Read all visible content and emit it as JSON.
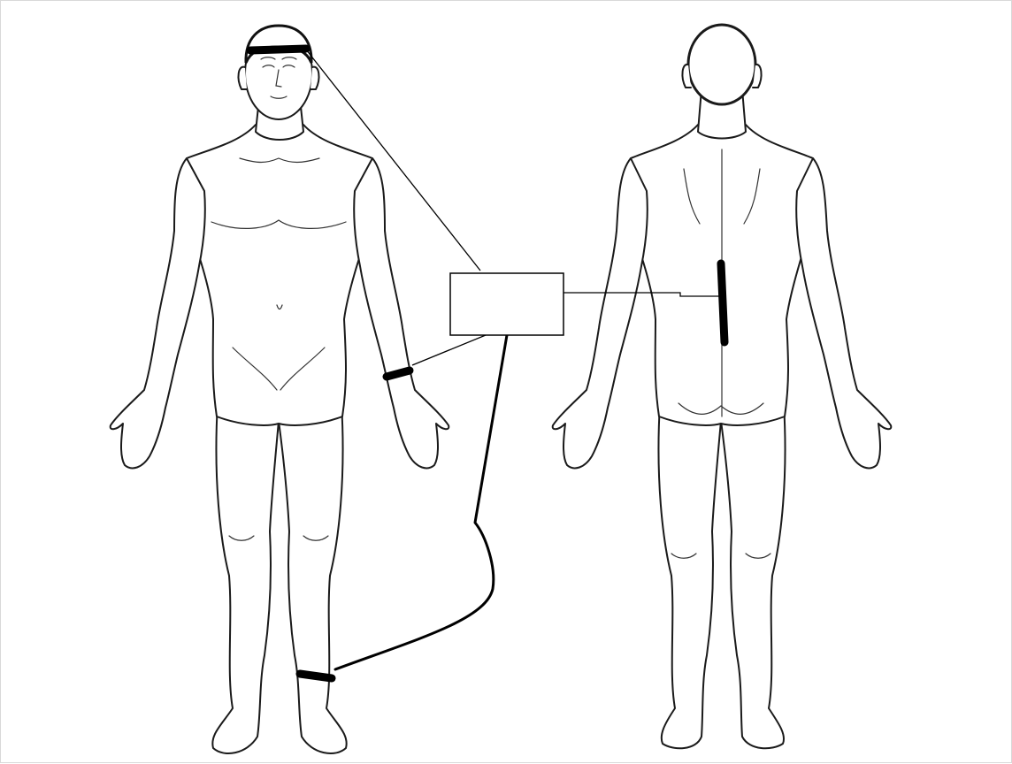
{
  "figures": [
    {
      "view": "front"
    },
    {
      "view": "back"
    }
  ],
  "device": {
    "label": ""
  },
  "electrodes": [
    "head",
    "right-wrist",
    "right-ankle",
    "lower-back"
  ],
  "colors": {
    "background": "#ffffff",
    "outline": "#1a1a1a",
    "electrode": "#000000",
    "frame": "#d9d9d9"
  }
}
